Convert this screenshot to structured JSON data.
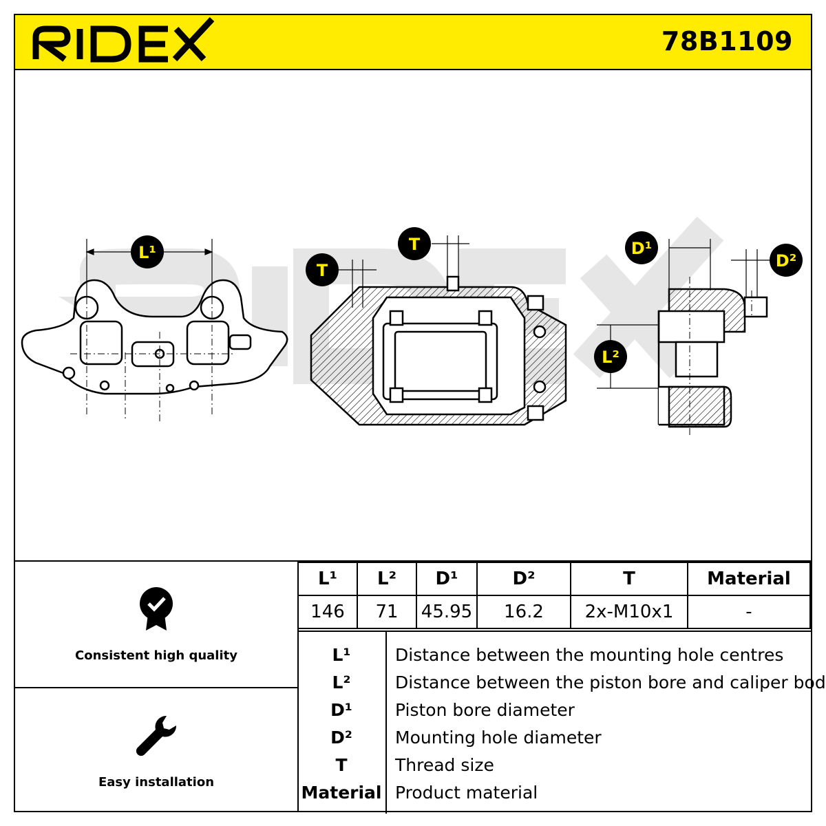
{
  "brand": {
    "logo_text": "RIDEX",
    "part_number": "78B1109",
    "accent_color": "#ffec00"
  },
  "drawing": {
    "labels": {
      "l1": "L¹",
      "l2": "L²",
      "d1": "D¹",
      "d2": "D²",
      "t": "T"
    }
  },
  "features": [
    {
      "icon": "quality-badge-icon",
      "label": "Consistent high quality"
    },
    {
      "icon": "wrench-icon",
      "label": "Easy installation"
    }
  ],
  "specs": {
    "headers": [
      "L¹",
      "L²",
      "D¹",
      "D²",
      "T",
      "Material"
    ],
    "values": [
      "146",
      "71",
      "45.95",
      "16.2",
      "2x-M10x1",
      "-"
    ]
  },
  "legend": [
    {
      "key": "L¹",
      "description": "Distance between the mounting hole centres"
    },
    {
      "key": "L²",
      "description": "Distance between the piston bore and caliper body"
    },
    {
      "key": "D¹",
      "description": "Piston bore diameter"
    },
    {
      "key": "D²",
      "description": "Mounting hole diameter"
    },
    {
      "key": "T",
      "description": "Thread size"
    },
    {
      "key": "Material",
      "description": "Product material"
    }
  ]
}
